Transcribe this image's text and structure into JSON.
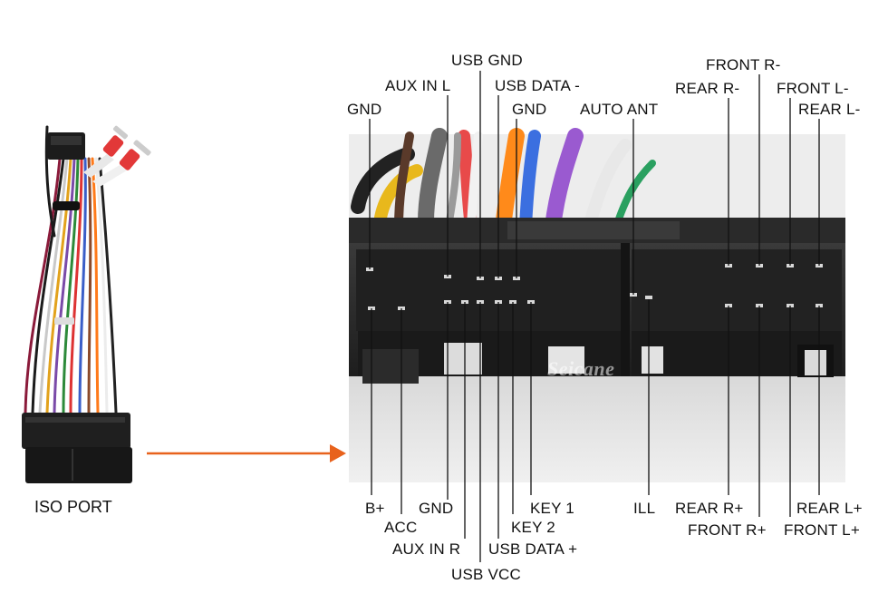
{
  "iso_port_label": "ISO PORT",
  "watermark": "Seicane",
  "arrow_color": "#e8621c",
  "pins_top": [
    {
      "id": "usb-gnd",
      "text": "USB GND"
    },
    {
      "id": "aux-in-l",
      "text": "AUX  IN L"
    },
    {
      "id": "usb-data-minus",
      "text": "USB DATA -"
    },
    {
      "id": "gnd-top-left",
      "text": "GND"
    },
    {
      "id": "gnd-top",
      "text": "GND"
    },
    {
      "id": "auto-ant",
      "text": "AUTO ANT"
    },
    {
      "id": "front-r-minus",
      "text": "FRONT R-"
    },
    {
      "id": "rear-r-minus",
      "text": "REAR R-"
    },
    {
      "id": "front-l-minus",
      "text": "FRONT L-"
    },
    {
      "id": "rear-l-minus",
      "text": "REAR L-"
    }
  ],
  "pins_bottom": [
    {
      "id": "b-plus",
      "text": "B+"
    },
    {
      "id": "gnd-bottom",
      "text": "GND"
    },
    {
      "id": "key-1",
      "text": "KEY 1"
    },
    {
      "id": "acc",
      "text": "ACC"
    },
    {
      "id": "key-2",
      "text": "KEY 2"
    },
    {
      "id": "aux-in-r",
      "text": "AUX  IN R"
    },
    {
      "id": "usb-data-plus",
      "text": "USB DATA +"
    },
    {
      "id": "usb-vcc",
      "text": "USB VCC"
    },
    {
      "id": "ill",
      "text": "ILL"
    },
    {
      "id": "rear-r-plus",
      "text": "REAR R+"
    },
    {
      "id": "front-r-plus",
      "text": "FRONT R+"
    },
    {
      "id": "rear-l-plus",
      "text": "REAR L+"
    },
    {
      "id": "front-l-plus",
      "text": "FRONT L+"
    }
  ]
}
